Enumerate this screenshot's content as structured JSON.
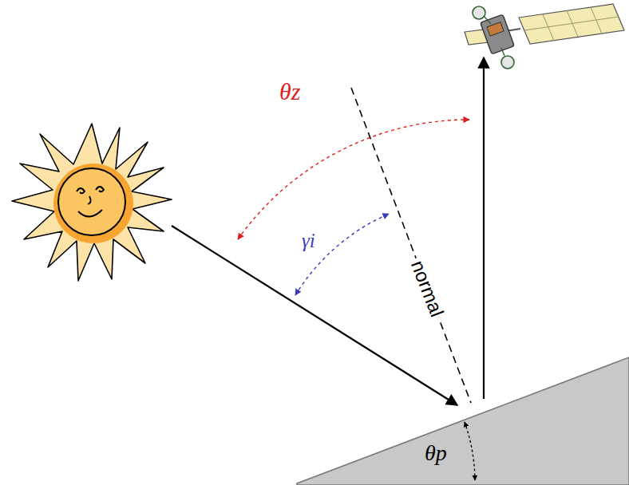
{
  "diagram": {
    "labels": [
      "θz",
      "γi",
      "normal",
      "θp"
    ]
  }
}
